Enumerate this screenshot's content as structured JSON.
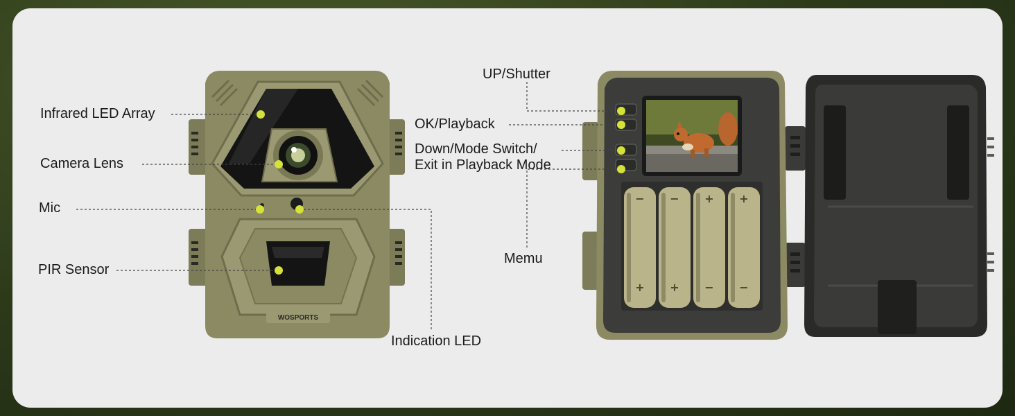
{
  "brand": "WOSPORTS",
  "colors": {
    "shell": "#8b8a63",
    "shell_dark": "#6e6d4c",
    "inner_case": "#3c3d3a",
    "battery": "#b9b48a",
    "marker": "#d6e23a"
  },
  "front_callouts": {
    "infrared": "Infrared LED Array",
    "lens": "Camera Lens",
    "mic": "Mic",
    "pir": "PIR Sensor",
    "led": "Indication LED"
  },
  "back_callouts": {
    "up": "UP/Shutter",
    "ok": "OK/Playback",
    "down_line1": "Down/Mode Switch/",
    "down_line2": "Exit in Playback Mode",
    "menu": "Memu"
  },
  "battery_marks": [
    "−",
    "+",
    "−",
    "+",
    "+",
    "−",
    "+",
    "−"
  ]
}
